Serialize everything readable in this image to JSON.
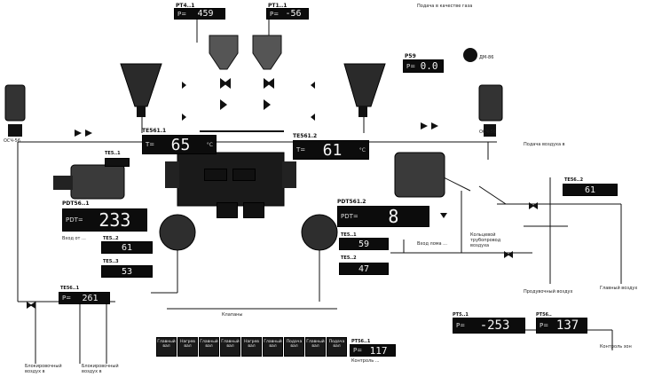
{
  "top": {
    "disp1": {
      "tag": "PT4..1",
      "prefix": "P=",
      "value": "459"
    },
    "disp2": {
      "tag": "PT1..1",
      "prefix": "P=",
      "value": "-56"
    },
    "disp3": {
      "tag": "P59",
      "prefix": "P=",
      "value": "0.0"
    },
    "label_top_right": "Подача в качестве газа",
    "dm_label": "ДМ-86"
  },
  "left": {
    "cyl_label": "ОСЧ-56",
    "te_tag": "TE561.1",
    "te_prefix": "T=",
    "te_value": "65",
    "te_unit": "°C",
    "rdt_tag": "PDT56..1",
    "rdt_prefix": "PDT=",
    "rdt_value": "233",
    "te_small_1": {
      "tag": "TE5..1",
      "value": "..."
    },
    "te_small_2": {
      "tag": "TE5..2",
      "value": "61"
    },
    "te_small_3": {
      "tag": "TE5..3",
      "value": "53"
    },
    "bottom_te": {
      "tag": "TE56..1",
      "prefix": "P=",
      "value": "261"
    },
    "bottom_label_1": "Вход от ...",
    "bottom_label_2": "Блокировочный воздух в",
    "bottom_label_3": "Блокировочный воздух в"
  },
  "right": {
    "cyl_label": "ОСЧ-56",
    "te_tag": "TE561.2",
    "te_prefix": "T=",
    "te_value": "61",
    "te_unit": "°C",
    "rdt_tag": "PDT561.2",
    "rdt_prefix": "PDT=",
    "rdt_value": "8",
    "te_small_1": {
      "tag": "TE5..1",
      "value": "59"
    },
    "te_small_2": {
      "tag": "TE5..2",
      "value": "47"
    },
    "te_small_3": {
      "tag": "TE56..2",
      "value": "61"
    },
    "label_1": "Подача воздуха в",
    "label_2": "Главный воздух",
    "label_3": "Продувочный воздух",
    "label_4": "Вход лома ...",
    "label_5": "Кольцевой трубопровод воздуха"
  },
  "bottom": {
    "buttons": [
      "Главный вал",
      "Нагрев вал",
      "Главный вал",
      "Главный вал",
      "Нагрев вал",
      "Главный вал",
      "Подача вал",
      "Главный вал",
      "Подача вал"
    ],
    "pt_small": {
      "tag": "PT56..1",
      "prefix": "P=",
      "value": "117"
    },
    "pt_small_label": "Контроль ...",
    "rt1": {
      "tag": "PT5..1",
      "prefix": "P=",
      "value": "-253"
    },
    "rt2": {
      "tag": "PT56..",
      "prefix": "P=",
      "value": "137"
    },
    "right_label": "Контроль зон",
    "center_label": "Клапаны"
  }
}
